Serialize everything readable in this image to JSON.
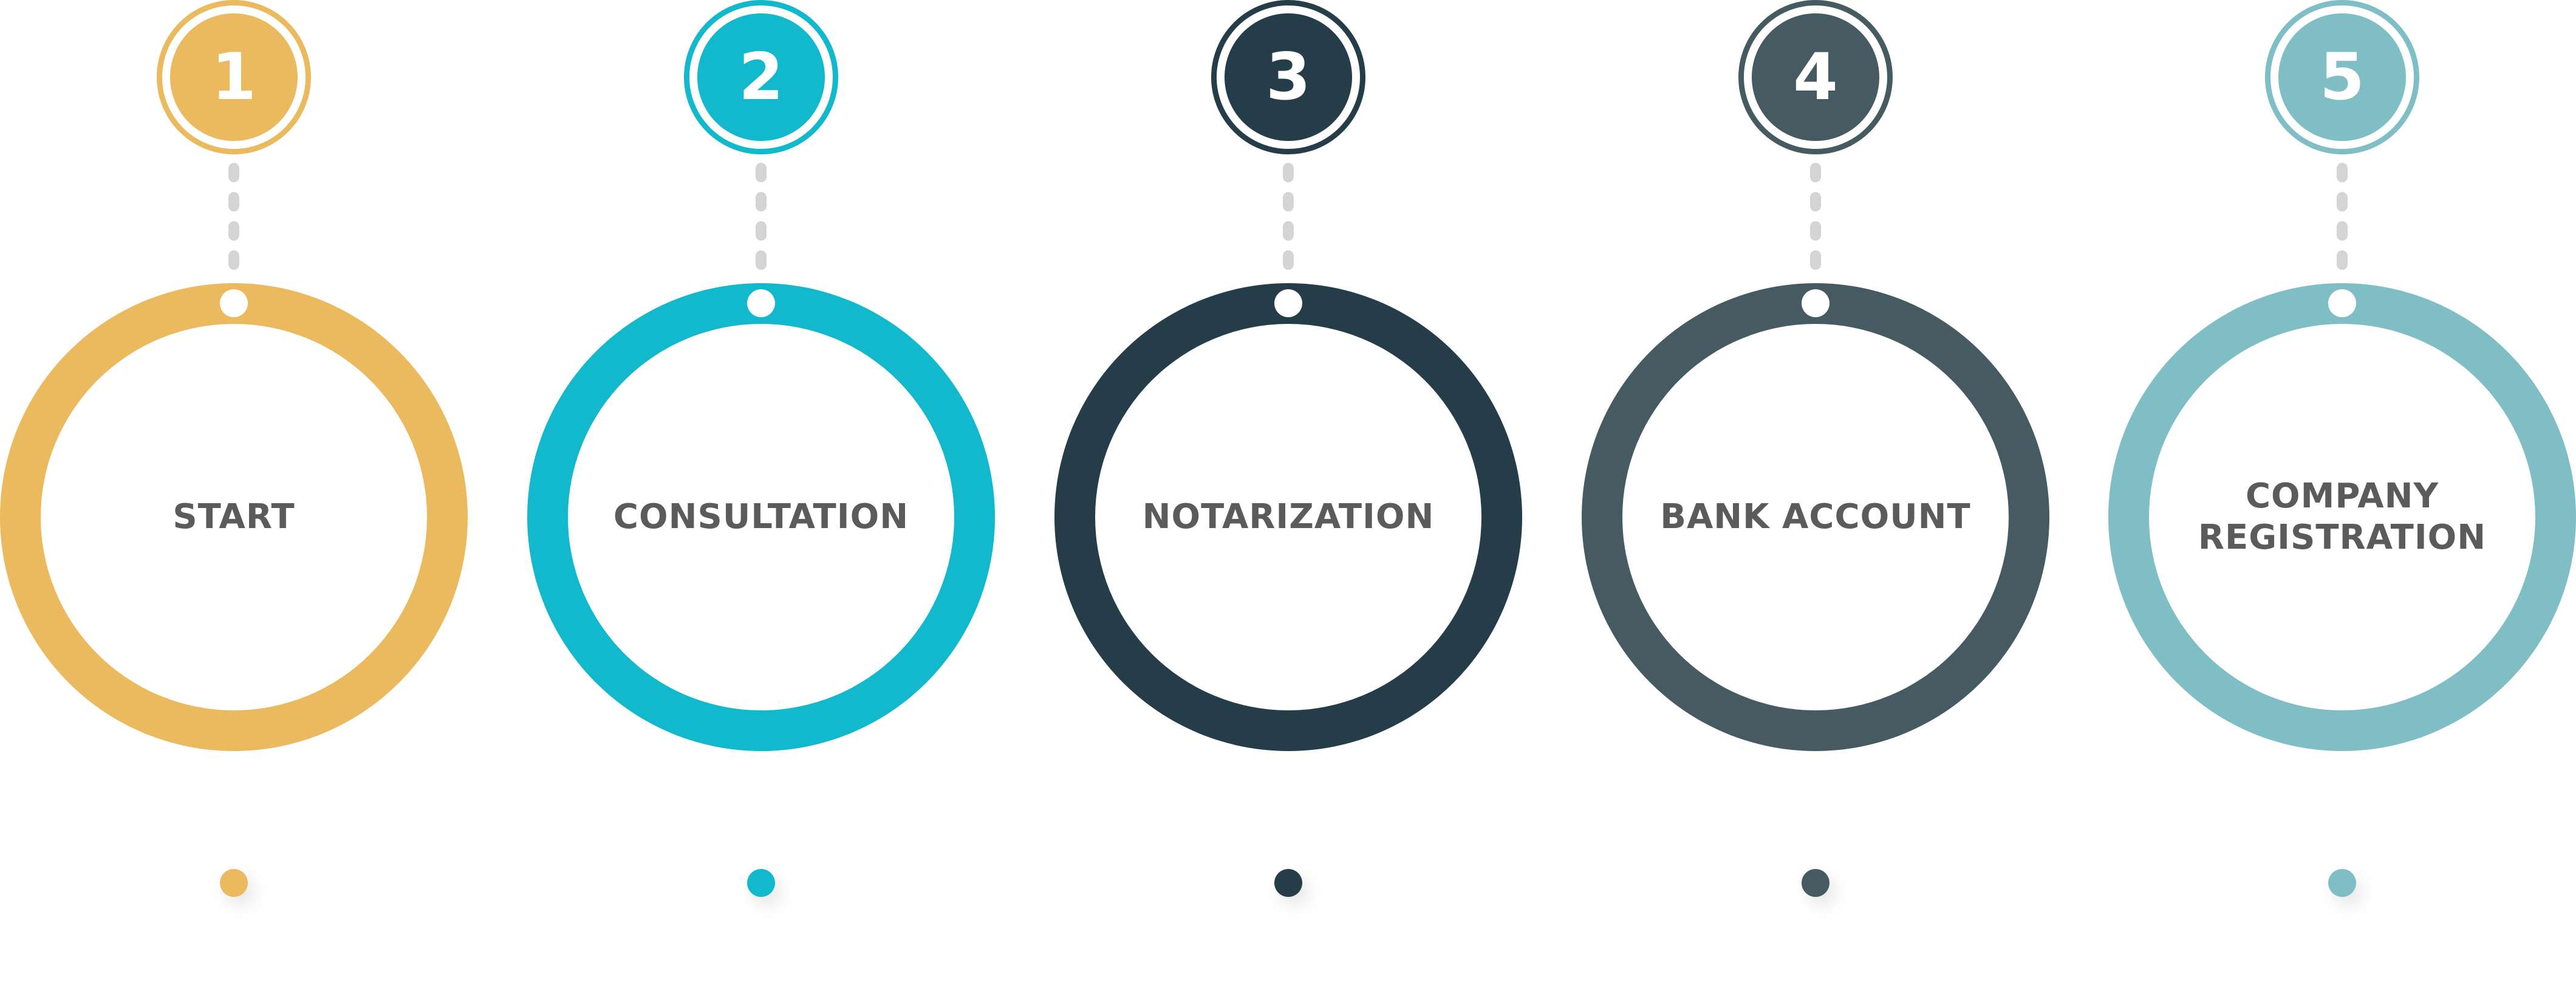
{
  "diagram": {
    "steps": [
      {
        "number": "1",
        "label": "START",
        "color": "#EBBA5F"
      },
      {
        "number": "2",
        "label": "CONSULTATION",
        "color": "#12B8CB"
      },
      {
        "number": "3",
        "label": "NOTARIZATION",
        "color": "#253D49"
      },
      {
        "number": "4",
        "label": "BANK ACCOUNT",
        "color": "#465A62"
      },
      {
        "number": "5",
        "label": "COMPANY\nREGISTRATION",
        "color": "#7FBEC4"
      }
    ]
  }
}
